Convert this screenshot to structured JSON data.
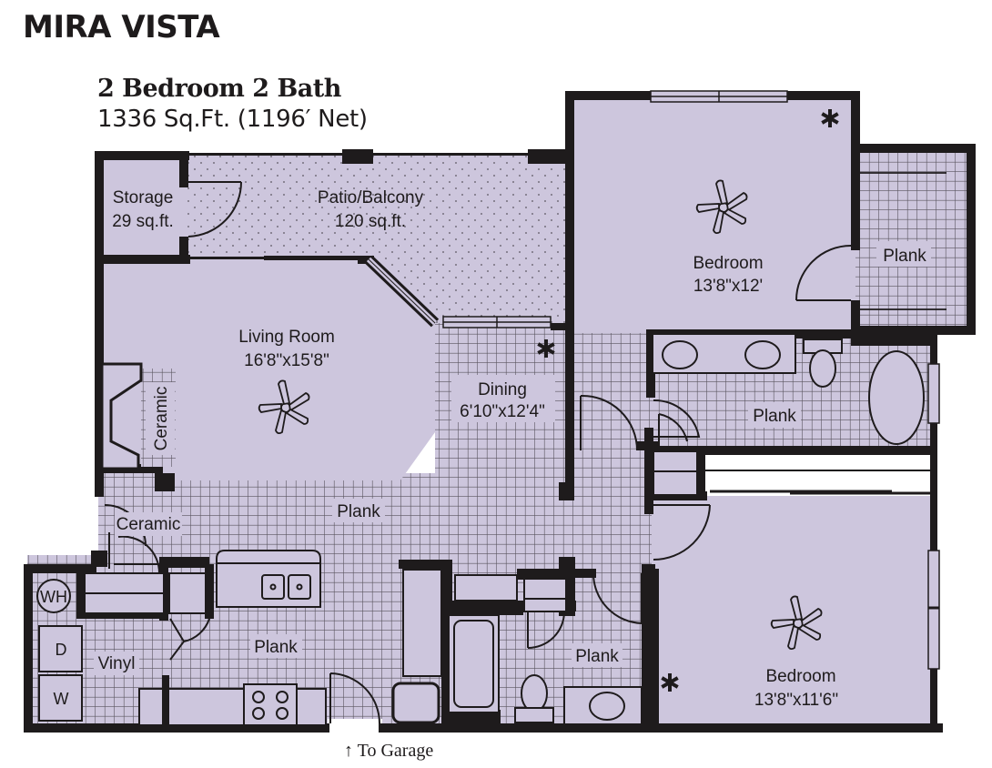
{
  "header": {
    "property_name": "MIRA VISTA",
    "unit_type": "2 Bedroom 2 Bath",
    "square_footage": "1336 Sq.Ft. (1196′ Net)"
  },
  "colors": {
    "floor_fill": "#cdc6dd",
    "wall": "#1e1b1c",
    "grid_line": "#5a5560",
    "background": "#ffffff"
  },
  "rooms": {
    "storage": {
      "name": "Storage",
      "size": "29 sq.ft."
    },
    "patio": {
      "name": "Patio/Balcony",
      "size": "120 sq.ft."
    },
    "living": {
      "name": "Living Room",
      "size": "16'8\"x15'8\""
    },
    "dining": {
      "name": "Dining",
      "size": "6'10\"x12'4\""
    },
    "bedroom1": {
      "name": "Bedroom",
      "size": "13'8\"x12'"
    },
    "bedroom2": {
      "name": "Bedroom",
      "size": "13'8\"x11'6\""
    },
    "closet1_floor": "Plank",
    "master_bath_floor": "Plank",
    "hall_floor": "Plank",
    "kitchen_floor": "Plank",
    "bath2_floor": "Plank",
    "fireplace_floor": "Ceramic",
    "entry_floor": "Ceramic",
    "laundry_floor": "Vinyl"
  },
  "fixtures": {
    "water_heater": "WH",
    "dryer": "D",
    "washer": "W"
  },
  "icons": [
    "ceiling-fan-icon",
    "asterisk-icon",
    "sink-icon",
    "stove-burner-icon",
    "toilet-icon",
    "bathtub-icon"
  ],
  "footer": {
    "garage_label": "↑ To Garage"
  }
}
